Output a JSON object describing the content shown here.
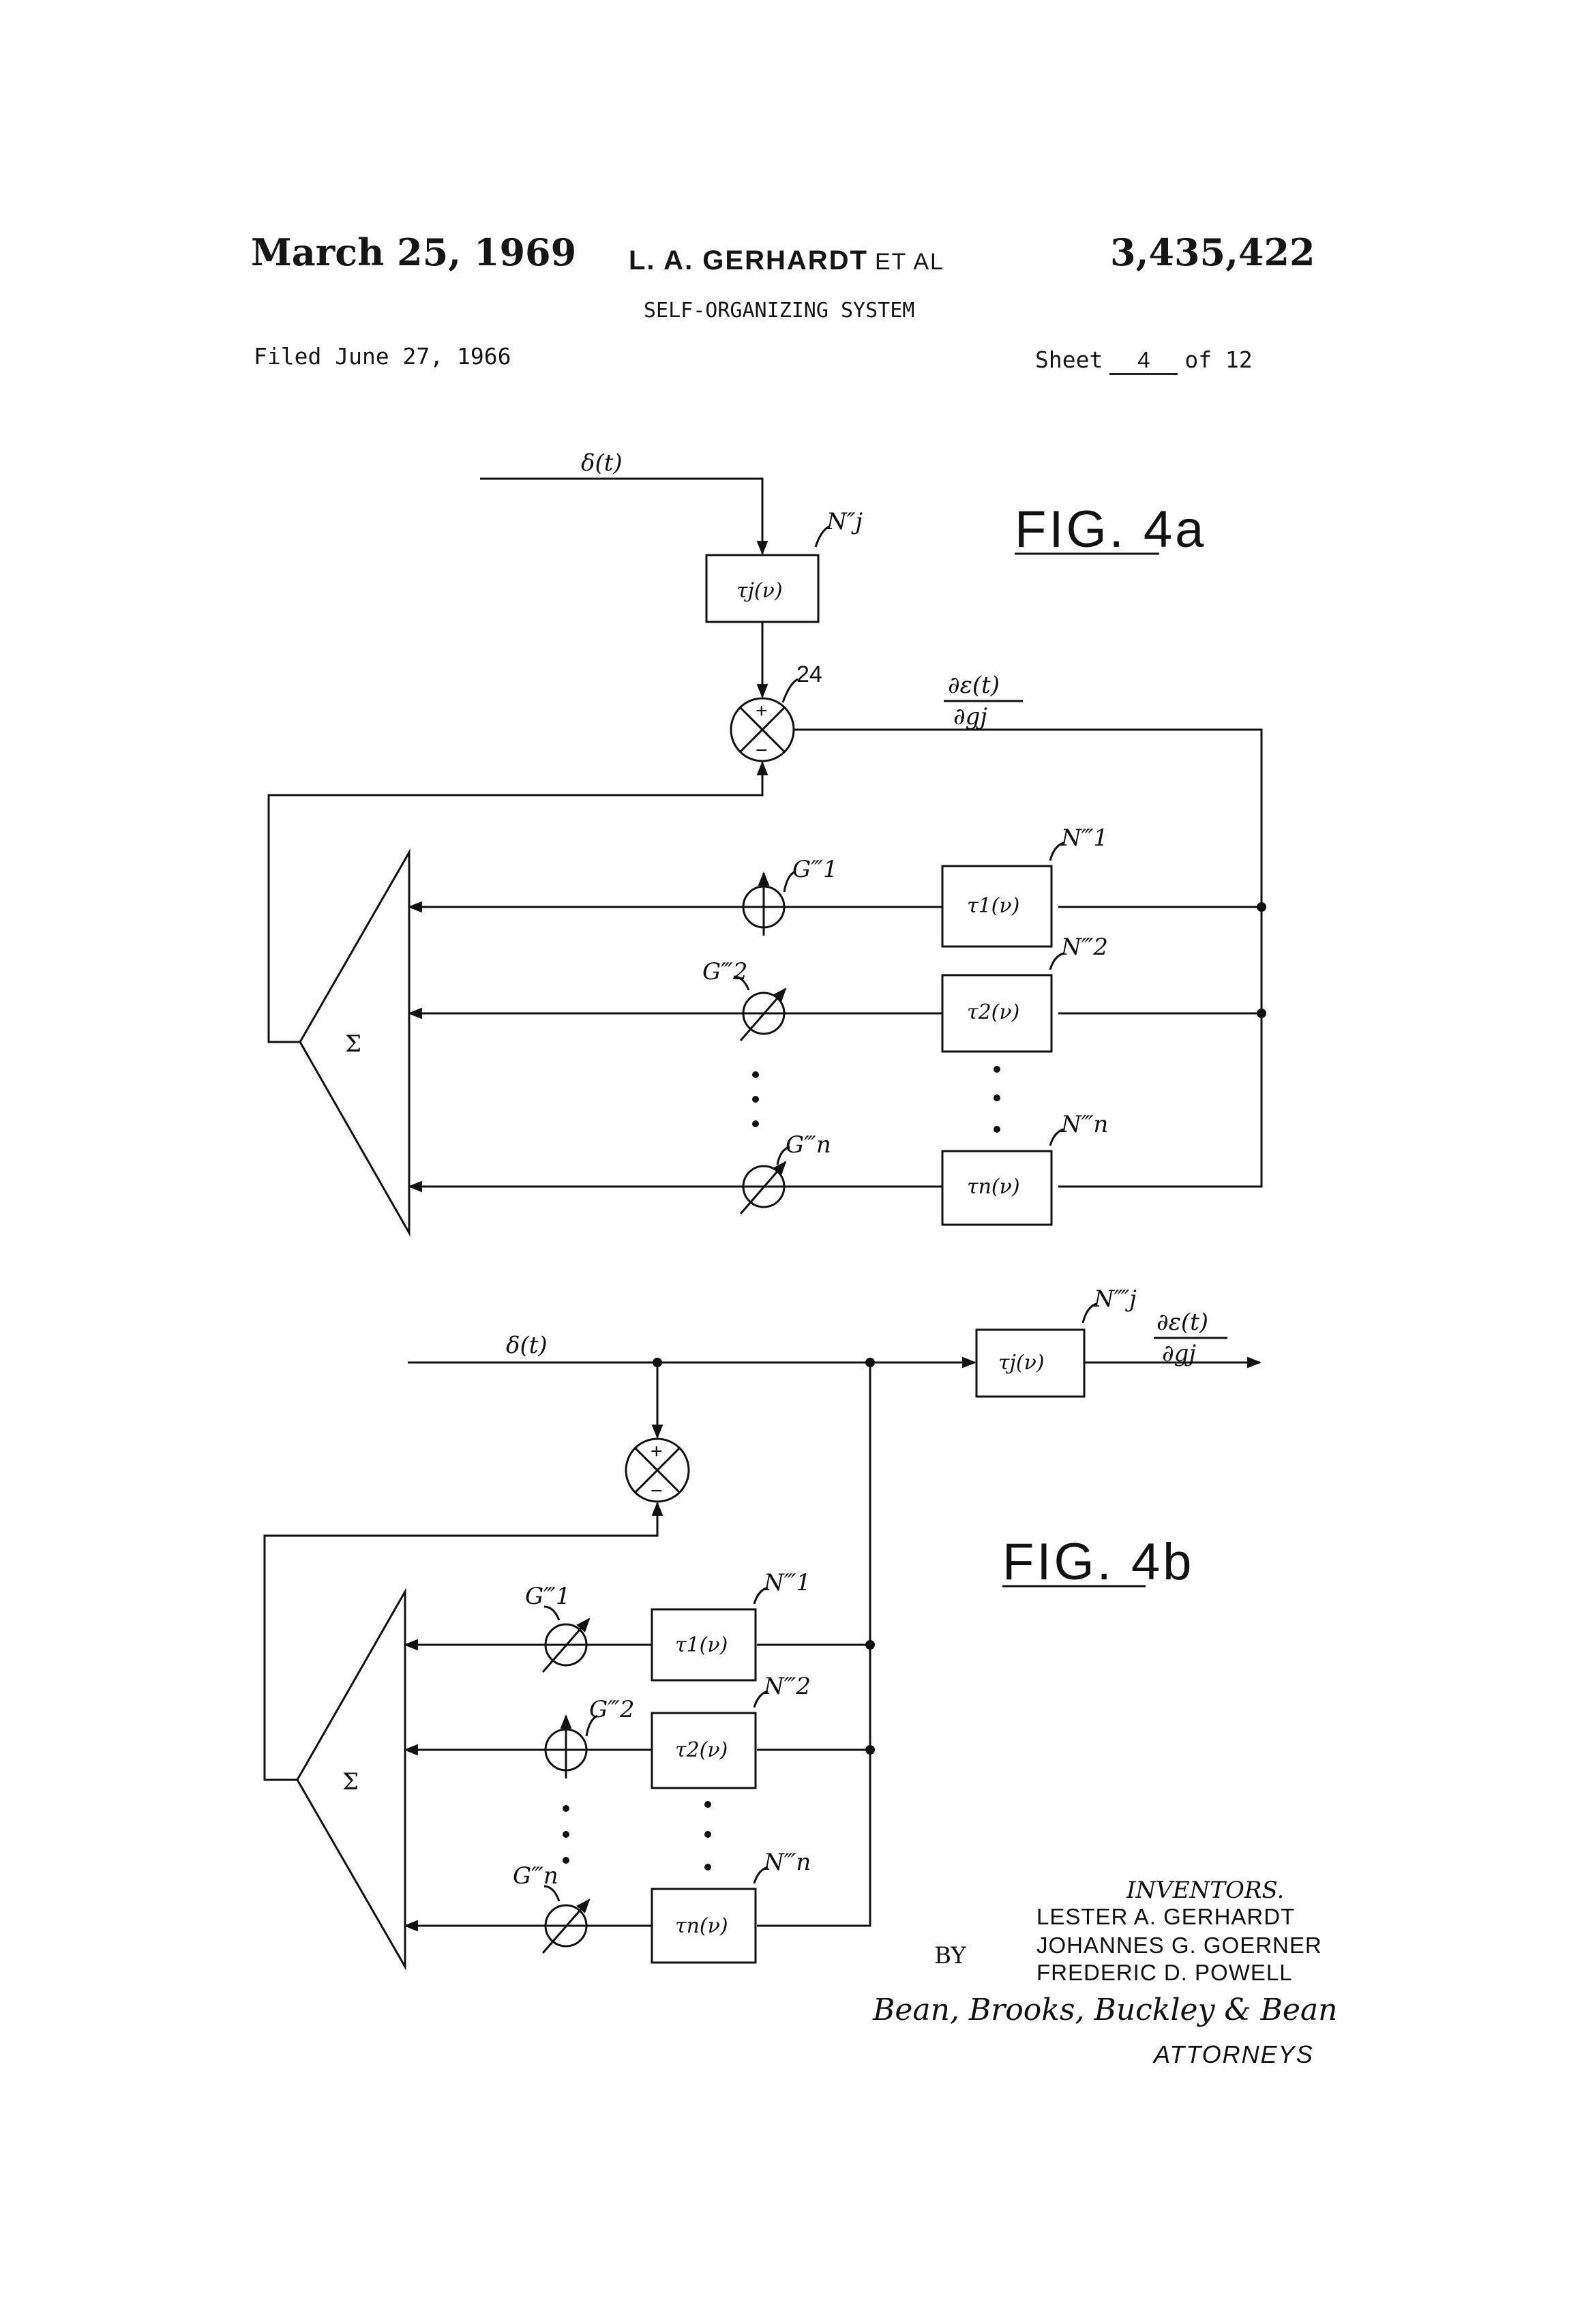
{
  "header": {
    "date": "March 25, 1969",
    "inventor": "L. A. GERHARDT",
    "et_al": "ET AL",
    "patent_number": "3,435,422",
    "title": "SELF-ORGANIZING SYSTEM",
    "filed": "Filed June 27, 1966",
    "sheet_prefix": "Sheet",
    "sheet_number": "4",
    "sheet_suffix": "of 12"
  },
  "fig4a": {
    "caption": "FIG. 4a",
    "input_label": "δ(t)",
    "top_block": "τj(ν)",
    "top_block_ref": "N″j",
    "comparator_ref": "24",
    "output_label_num": "∂ε(t)",
    "output_label_den": "∂gj",
    "summer": "Σ",
    "rows": [
      {
        "block": "τ1(ν)",
        "ref": "N‴1",
        "gain": "G‴1"
      },
      {
        "block": "τ2(ν)",
        "ref": "N‴2",
        "gain": "G‴2"
      },
      {
        "block": "τn(ν)",
        "ref": "N‴n",
        "gain": "G‴n"
      }
    ]
  },
  "fig4b": {
    "caption": "FIG. 4b",
    "input_label": "δ(t)",
    "out_block": "τj(ν)",
    "out_block_ref": "N⁗j",
    "output_label_num": "∂ε(t)",
    "output_label_den": "∂gj",
    "summer": "Σ",
    "rows": [
      {
        "block": "τ1(ν)",
        "ref": "N‴1",
        "gain": "G‴1"
      },
      {
        "block": "τ2(ν)",
        "ref": "N‴2",
        "gain": "G‴2"
      },
      {
        "block": "τn(ν)",
        "ref": "N‴n",
        "gain": "G‴n"
      }
    ]
  },
  "signature": {
    "inventors_heading": "INVENTORS.",
    "names": [
      "LESTER A. GERHARDT",
      "JOHANNES G. GOERNER",
      "FREDERIC D. POWELL"
    ],
    "by": "BY",
    "attorney_signature": "Bean, Brooks, Buckley & Bean",
    "attorneys": "ATTORNEYS"
  },
  "comparator_signs": {
    "plus": "+",
    "minus": "−"
  }
}
